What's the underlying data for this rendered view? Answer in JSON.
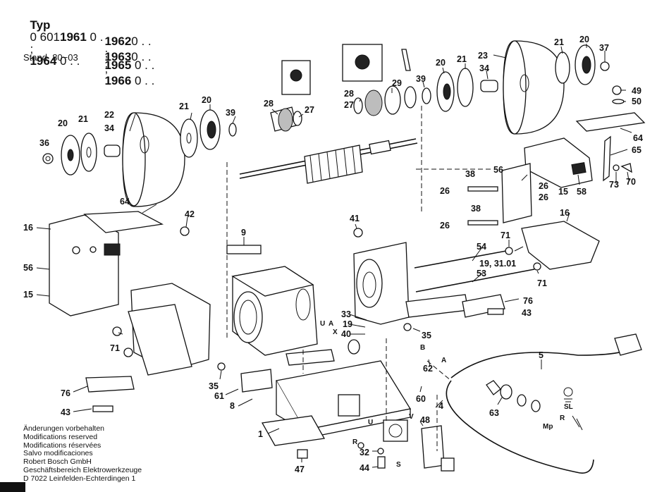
{
  "header": {
    "typ_prefix": "Typ",
    "typ_code": "0 601",
    "row1_a_bold": "1961",
    "row1_a_suffix": " 0 . .",
    "row1_sep": ";",
    "row1_b_bold": "1964",
    "row1_b_suffix": " 0 . .",
    "row2_a_bold": "1962",
    "row2_a_suffix": "0 . .",
    "row2_b_bold": "1965",
    "row2_b_suffix": " 0 . .",
    "row3_a_bold": "1963",
    "row3_a_suffix": "0 . .",
    "row3_b_bold": "1966",
    "row3_b_suffix": " 0 . .",
    "stand": "Stand  80−03"
  },
  "notes": [
    "Änderungen vorbehalten",
    "Modifications reserved",
    "Modifications réservées",
    "Salvo modificaciones",
    "Robert Bosch GmbH",
    "Geschäftsbereich Elektrowerkzeuge",
    "D 7022 Leinfelden-Echterdingen 1"
  ],
  "callouts": [
    {
      "id": "36a",
      "text": "36"
    },
    {
      "id": "20a",
      "text": "20"
    },
    {
      "id": "21a",
      "text": "21"
    },
    {
      "id": "34a",
      "text": "34"
    },
    {
      "id": "22",
      "text": "22"
    },
    {
      "id": "21b",
      "text": "21"
    },
    {
      "id": "20b",
      "text": "20"
    },
    {
      "id": "39a",
      "text": "39"
    },
    {
      "id": "28a",
      "text": "28"
    },
    {
      "id": "27a",
      "text": "27"
    },
    {
      "id": "28b",
      "text": "28"
    },
    {
      "id": "27b",
      "text": "27"
    },
    {
      "id": "29",
      "text": "29"
    },
    {
      "id": "39b",
      "text": "39"
    },
    {
      "id": "20c",
      "text": "20"
    },
    {
      "id": "21c",
      "text": "21"
    },
    {
      "id": "23",
      "text": "23"
    },
    {
      "id": "34b",
      "text": "34"
    },
    {
      "id": "21d",
      "text": "21"
    },
    {
      "id": "20d",
      "text": "20"
    },
    {
      "id": "37",
      "text": "37"
    },
    {
      "id": "49",
      "text": "49"
    },
    {
      "id": "50",
      "text": "50"
    },
    {
      "id": "64a",
      "text": "64"
    },
    {
      "id": "65",
      "text": "65"
    },
    {
      "id": "38a",
      "text": "38"
    },
    {
      "id": "56a",
      "text": "56"
    },
    {
      "id": "26a",
      "text": "26"
    },
    {
      "id": "26b",
      "text": "26"
    },
    {
      "id": "26c",
      "text": "26"
    },
    {
      "id": "15a",
      "text": "15"
    },
    {
      "id": "58",
      "text": "58"
    },
    {
      "id": "73",
      "text": "73"
    },
    {
      "id": "70",
      "text": "70"
    },
    {
      "id": "38b",
      "text": "38"
    },
    {
      "id": "26d",
      "text": "26"
    },
    {
      "id": "16a",
      "text": "16"
    },
    {
      "id": "64b",
      "text": "64"
    },
    {
      "id": "42",
      "text": "42"
    },
    {
      "id": "16b",
      "text": "16"
    },
    {
      "id": "56b",
      "text": "56"
    },
    {
      "id": "15b",
      "text": "15"
    },
    {
      "id": "9",
      "text": "9"
    },
    {
      "id": "41",
      "text": "41"
    },
    {
      "id": "71a",
      "text": "71"
    },
    {
      "id": "54",
      "text": "54"
    },
    {
      "id": "19a",
      "text": "19, 31.01"
    },
    {
      "id": "71b",
      "text": "71"
    },
    {
      "id": "53",
      "text": "53"
    },
    {
      "id": "76a",
      "text": "76"
    },
    {
      "id": "43a",
      "text": "43"
    },
    {
      "id": "33",
      "text": "33"
    },
    {
      "id": "19b",
      "text": "19"
    },
    {
      "id": "40",
      "text": "40"
    },
    {
      "id": "35a",
      "text": "35"
    },
    {
      "id": "71c",
      "text": "71"
    },
    {
      "id": "5",
      "text": "5"
    },
    {
      "id": "62",
      "text": "62"
    },
    {
      "id": "35b",
      "text": "35"
    },
    {
      "id": "61",
      "text": "61"
    },
    {
      "id": "8",
      "text": "8"
    },
    {
      "id": "76b",
      "text": "76"
    },
    {
      "id": "43b",
      "text": "43"
    },
    {
      "id": "60",
      "text": "60"
    },
    {
      "id": "4",
      "text": "4"
    },
    {
      "id": "63",
      "text": "63"
    },
    {
      "id": "1",
      "text": "1"
    },
    {
      "id": "48",
      "text": "48"
    },
    {
      "id": "32",
      "text": "32"
    },
    {
      "id": "44",
      "text": "44"
    },
    {
      "id": "47",
      "text": "47"
    }
  ],
  "wire_labels": {
    "u1": "U",
    "x1": "X",
    "a1": "A",
    "b1": "B",
    "a2": "A",
    "r1": "R",
    "u2": "U",
    "v1": "V",
    "s1": "S",
    "sl": "SL",
    "r2": "R",
    "mp": "Mp"
  }
}
